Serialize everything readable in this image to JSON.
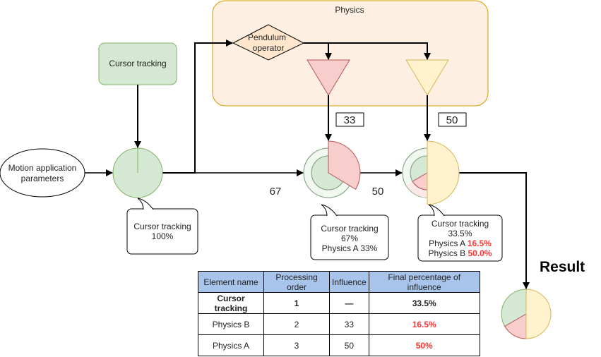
{
  "nodes": {
    "motion_params": "Motion application\nparameters",
    "cursor_tracking_box": "Cursor tracking",
    "physics_group": "Physics",
    "pendulum": "Pendulum\noperator"
  },
  "weights": {
    "physics_a_weight": "33",
    "physics_b_weight": "50",
    "cursor_remaining_1": "67",
    "cursor_remaining_2": "50"
  },
  "callouts": {
    "c1": [
      "Cursor tracking",
      "100%"
    ],
    "c2": [
      "Cursor tracking",
      "67%",
      "Physics A 33%"
    ],
    "c3": {
      "line1": "Cursor tracking",
      "line2": "33.5%",
      "line3_label": "Physics A ",
      "line3_value": "16.5%",
      "line4_label": "Physics B ",
      "line4_value": "50.0%"
    }
  },
  "result_label": "Result",
  "table": {
    "headers": [
      "Element name",
      "Processing order",
      "Influence",
      "Final percentage of influence"
    ],
    "rows": [
      [
        "Cursor tracking",
        "1",
        "—",
        "33.5%"
      ],
      [
        "Physics B",
        "2",
        "33",
        "16.5%"
      ],
      [
        "Physics A",
        "3",
        "50",
        "50%"
      ]
    ]
  },
  "colors": {
    "green_fill": "#d5e8d4",
    "green_stroke": "#82b366",
    "red_fill": "#f8cecc",
    "red_stroke": "#b85450",
    "yellow_fill": "#fff2cc",
    "yellow_stroke": "#d6b656",
    "orange_fill": "#ffe6cc",
    "group_fill": "#fdf0e3",
    "group_stroke": "#d79b00",
    "header_fill": "#a9c4eb",
    "highlight_red": "#ff3333"
  }
}
